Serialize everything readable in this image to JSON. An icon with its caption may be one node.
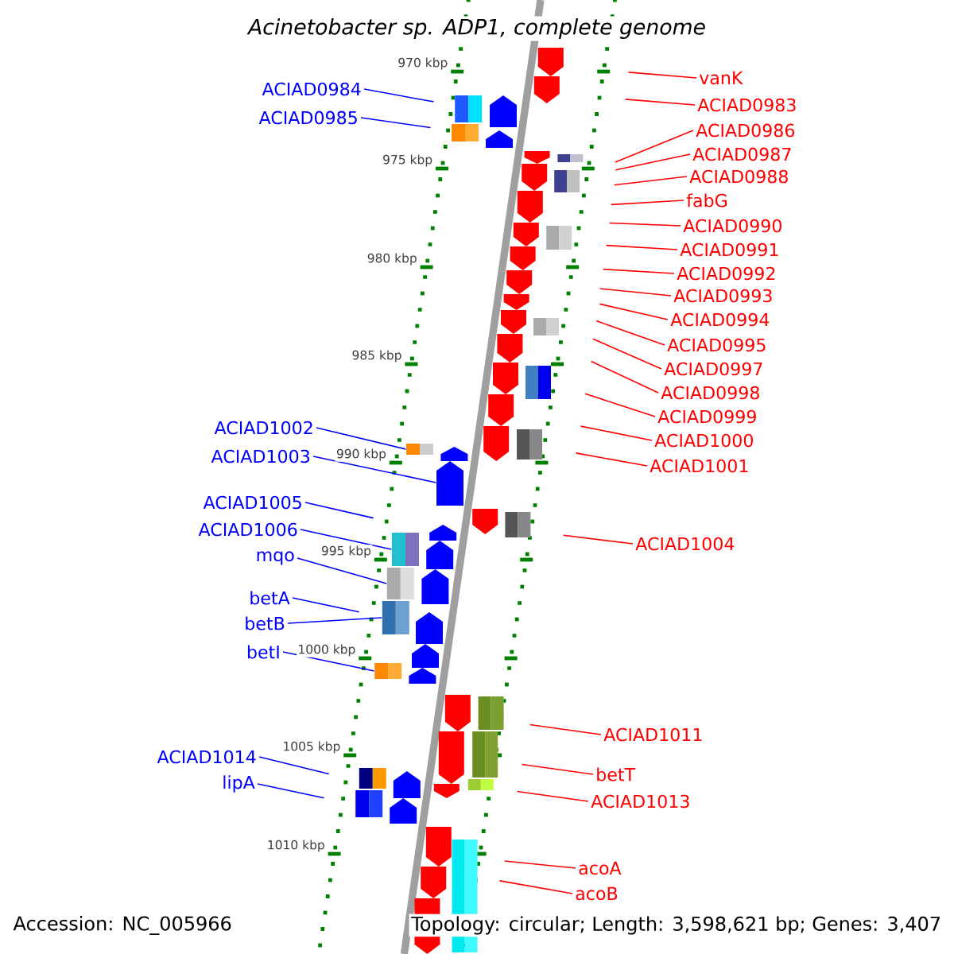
{
  "diagram": {
    "title": "Acinetobacter sp. ADP1, complete genome",
    "nodes": [
      {
        "text": [
          "vanK"
        ]
      },
      {
        "text": [
          "ACIAD0984"
        ]
      },
      {
        "text": [
          "ACIAD0983"
        ]
      },
      {
        "text": [
          "ACIAD0985"
        ]
      },
      {
        "text": [
          "ACIAD0986"
        ]
      },
      {
        "text": [
          "ACIAD0987"
        ]
      },
      {
        "text": [
          "ACIAD0988"
        ]
      },
      {
        "text": [
          "fabG"
        ]
      },
      {
        "text": [
          "ACIAD0990"
        ]
      },
      {
        "text": [
          "ACIAD0991"
        ]
      },
      {
        "text": [
          "ACIAD0992"
        ]
      },
      {
        "text": [
          "ACIAD0993"
        ]
      },
      {
        "text": [
          "ACIAD0994"
        ]
      },
      {
        "text": [
          "ACIAD0995"
        ]
      },
      {
        "text": [
          "ACIAD0997"
        ]
      },
      {
        "text": [
          "ACIAD0998"
        ]
      },
      {
        "text": [
          "ACIAD0999"
        ]
      },
      {
        "text": [
          "ACIAD1002"
        ]
      },
      {
        "text": [
          "ACIAD1000"
        ]
      },
      {
        "text": [
          "ACIAD1003"
        ]
      },
      {
        "text": [
          "ACIAD1001"
        ]
      },
      {
        "text": [
          "ACIAD1005"
        ]
      },
      {
        "text": [
          "ACIAD1006"
        ]
      },
      {
        "text": [
          "ACIAD1004"
        ]
      },
      {
        "text": [
          "mqo"
        ]
      },
      {
        "text": [
          "betA"
        ]
      },
      {
        "text": [
          "betB"
        ]
      },
      {
        "text": [
          "betI"
        ]
      },
      {
        "text": [
          "ACIAD1011"
        ]
      },
      {
        "text": [
          "ACIAD1014"
        ]
      },
      {
        "text": [
          "betT"
        ]
      },
      {
        "text": [
          "lipA"
        ]
      },
      {
        "text": [
          "ACIAD1013"
        ]
      },
      {
        "text": [
          "acoA"
        ]
      },
      {
        "text": [
          "acoB"
        ]
      },
      {
        "text": [],
        "shape": "box"
      },
      {
        "text": [],
        "shape": "pentagon"
      },
      {
        "text": [],
        "shape": "box"
      },
      {
        "text": [],
        "shape": "box"
      },
      {
        "text": [],
        "shape": "box"
      },
      {
        "text": [],
        "shape": "box"
      }
    ],
    "edges": [
      {
        "from": 0,
        "to": null,
        "arrow": "none"
      },
      {
        "from": 1,
        "to": null,
        "arrow": "none",
        "color": "#0000ff"
      },
      {
        "from": 2,
        "to": null,
        "arrow": "none"
      },
      {
        "from": 3,
        "to": null,
        "arrow": "none",
        "color": "#0000ff"
      },
      {
        "from": 4,
        "to": null,
        "arrow": "none"
      },
      {
        "from": 5,
        "to": null,
        "arrow": "none"
      },
      {
        "from": 6,
        "to": null,
        "arrow": "none"
      },
      {
        "from": 7,
        "to": null,
        "arrow": "none"
      },
      {
        "from": 8,
        "to": null,
        "arrow": "none"
      },
      {
        "from": 9,
        "to": null,
        "arrow": "none"
      },
      {
        "from": 10,
        "to": null,
        "arrow": "none"
      },
      {
        "from": 11,
        "to": null,
        "arrow": "none"
      },
      {
        "from": 12,
        "to": null,
        "arrow": "none"
      },
      {
        "from": 13,
        "to": null,
        "arrow": "none"
      },
      {
        "from": 14,
        "to": null,
        "arrow": "none"
      },
      {
        "from": 15,
        "to": null,
        "arrow": "none"
      },
      {
        "from": 16,
        "to": null,
        "arrow": "none"
      },
      {
        "from": 17,
        "to": 35,
        "arrow": "none",
        "color": "#0000ff"
      },
      {
        "from": 18,
        "to": null,
        "arrow": "none"
      },
      {
        "from": 19,
        "to": 36,
        "arrow": "none",
        "color": "#0000ff"
      },
      {
        "from": 20,
        "to": null,
        "arrow": "none"
      },
      {
        "from": 21,
        "to": null,
        "arrow": "none",
        "color": "#0000ff"
      },
      {
        "from": 22,
        "to": 37,
        "arrow": "none",
        "color": "#0000ff"
      },
      {
        "from": 23,
        "to": null,
        "arrow": "none"
      },
      {
        "from": 24,
        "to": 38,
        "arrow": "none",
        "color": "#0000ff"
      },
      {
        "from": 25,
        "to": null,
        "arrow": "none",
        "color": "#0000ff"
      },
      {
        "from": 26,
        "to": 39,
        "arrow": "none",
        "color": "#0000ff"
      },
      {
        "from": 27,
        "to": 40,
        "arrow": "none",
        "color": "#0000ff"
      },
      {
        "from": 28,
        "to": null,
        "arrow": "none"
      },
      {
        "from": 29,
        "to": null,
        "arrow": "none",
        "color": "#0000ff"
      },
      {
        "from": 30,
        "to": null,
        "arrow": "none"
      },
      {
        "from": 31,
        "to": null,
        "arrow": "none",
        "color": "#0000ff"
      },
      {
        "from": 32,
        "to": null,
        "arrow": "none"
      },
      {
        "from": 33,
        "to": null,
        "arrow": "none"
      },
      {
        "from": 34,
        "to": null,
        "arrow": "none"
      }
    ],
    "labels": [
      "970 kbp",
      "975 kbp",
      "980 kbp",
      "985 kbp",
      "990 kbp",
      "995 kbp",
      "1000 kbp",
      "1005 kbp",
      "1010 kbp",
      "Accession: NC_005966",
      "Topology: circular; Length: 3,598,621 bp; Genes: 3,407"
    ]
  }
}
